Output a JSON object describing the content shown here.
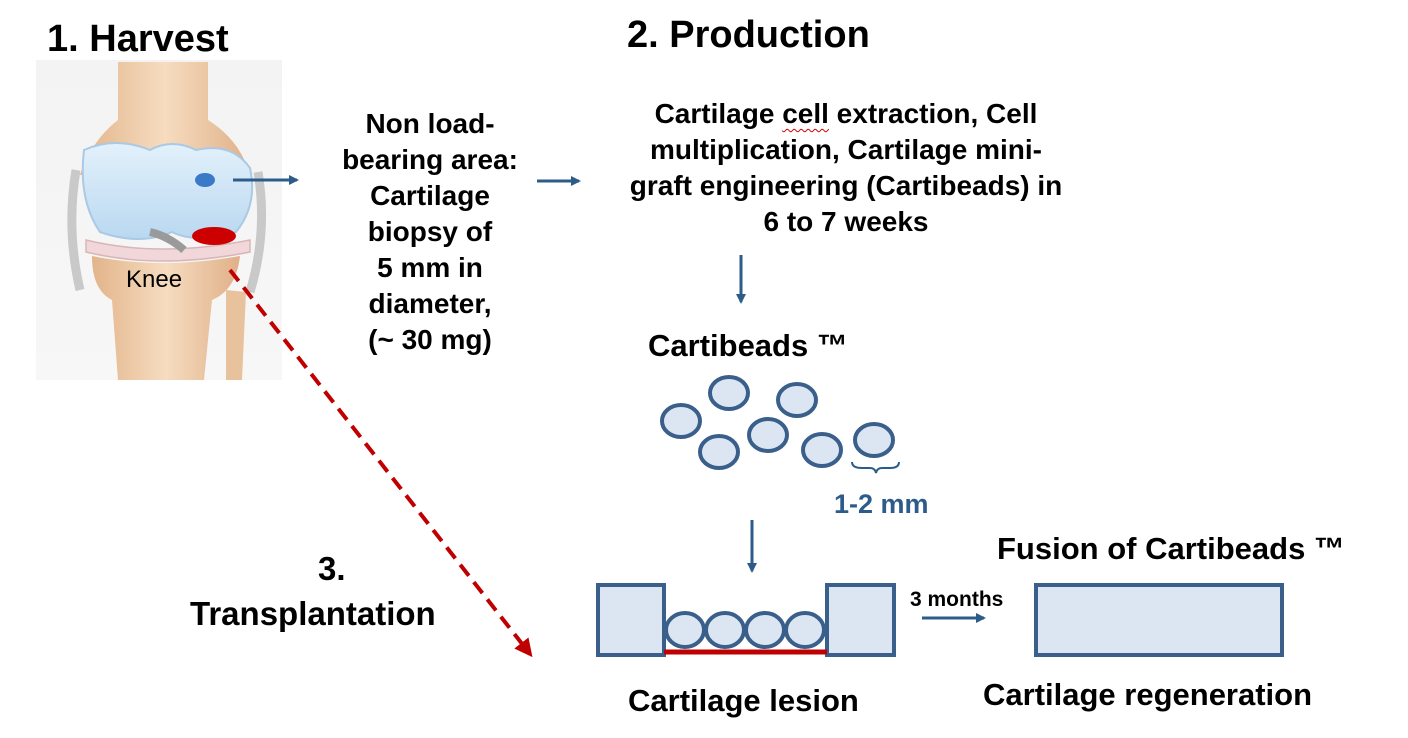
{
  "colors": {
    "arrow": "#2e5c8a",
    "bead_fill": "#dce6f2",
    "bead_stroke": "#3a5f8a",
    "lesion_red": "#c00000",
    "knee_bone": "#f0d5b8",
    "knee_cartilage": "#cfe6f7",
    "spot_blue": "#3a78c8",
    "spot_red": "#cc0000"
  },
  "step1": {
    "title": "1. Harvest",
    "knee_label": "Knee",
    "biopsy_lines": [
      "Non load-",
      "bearing area:",
      "Cartilage",
      "biopsy of",
      "5 mm in",
      "diameter,",
      "(~ 30 mg)"
    ]
  },
  "step2": {
    "title": "2. Production",
    "desc_line1_a": "Cartilage ",
    "desc_line1_b": "cell",
    "desc_line1_c": " extraction, Cell",
    "desc_line2": "multiplication, Cartilage mini-",
    "desc_line3": "graft engineering (Cartibeads) in",
    "desc_line4": "6 to 7 weeks",
    "beads_label": "Cartibeads ™",
    "bead_size": "1-2 mm"
  },
  "step3": {
    "title_line1": "3.",
    "title_line2": "Transplantation",
    "lesion_label": "Cartilage lesion",
    "duration": "3 months",
    "fusion_label": "Fusion of Cartibeads ™",
    "regeneration_label": "Cartilage regeneration"
  }
}
